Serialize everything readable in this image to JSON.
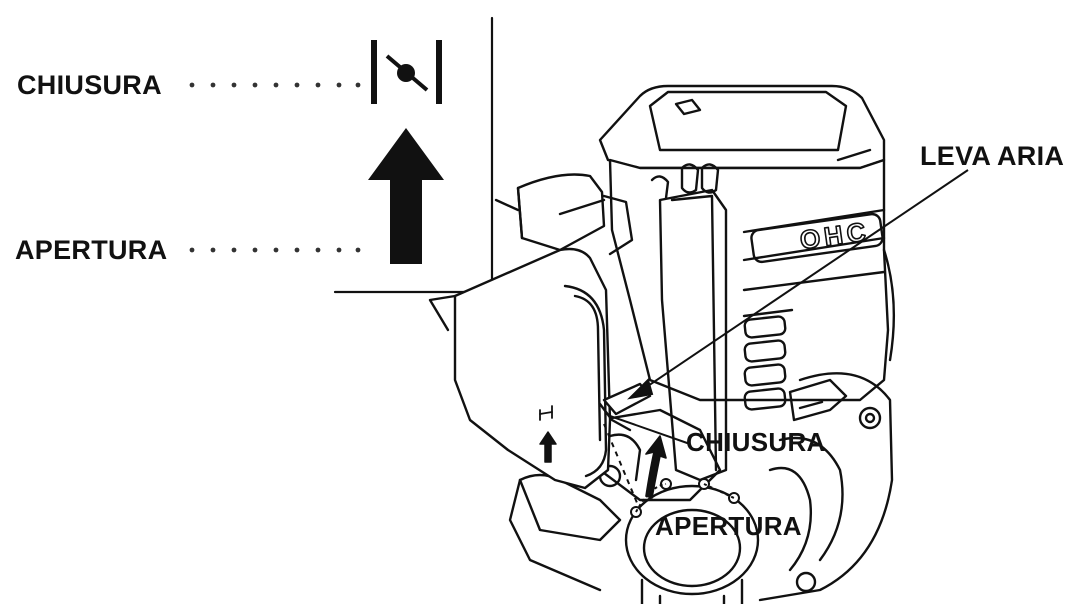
{
  "labels": {
    "choke_closed": "CHIUSURA",
    "choke_open": "APERTURA",
    "choke_lever": "LEVA ARIA",
    "lever_closed": "CHIUSURA",
    "lever_open": "APERTURA",
    "engine_badge": "OHC"
  },
  "icons": {
    "closed_symbol": "choke-closed-icon",
    "open_arrow": "up-arrow-icon"
  },
  "colors": {
    "ink": "#111111",
    "paper": "#ffffff",
    "callout_dots": "#333333"
  }
}
